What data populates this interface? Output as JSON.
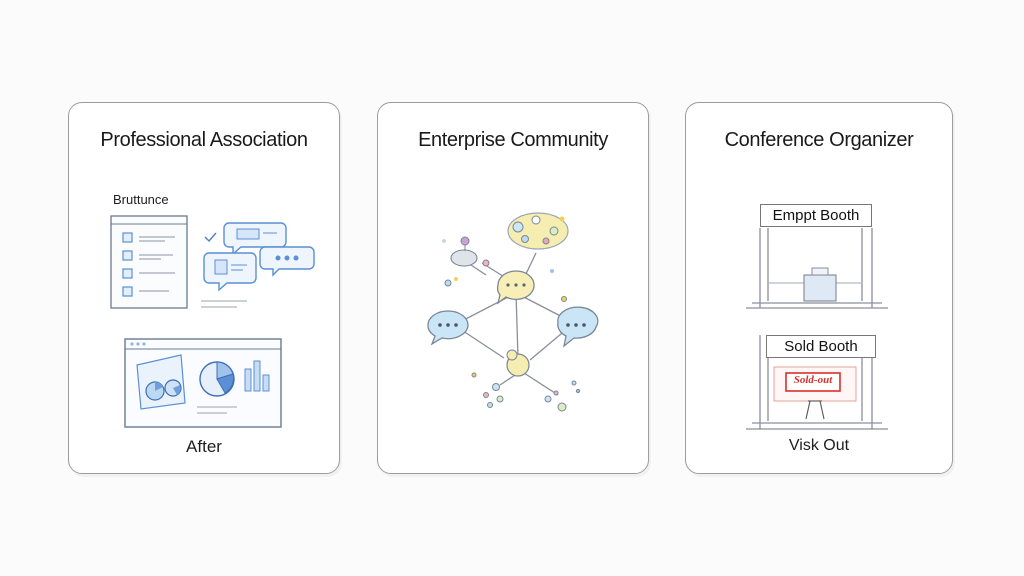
{
  "panels": [
    {
      "title": "Professional Association",
      "before_label": "Bruttunce",
      "after_label": "After"
    },
    {
      "title": "Enterprise Community"
    },
    {
      "title": "Conference Organizer",
      "empty_booth_label": "Emppt Booth",
      "sold_booth_label": "Sold Booth",
      "sign_text": "Sold-out",
      "bottom_label": "Visk Out"
    }
  ],
  "colors": {
    "panel_border": "#9d9d9d",
    "sketch_blue": "#5b8fd6",
    "bubble_blue": "#bfe0f5",
    "bubble_yellow": "#f5e9a4",
    "sold_red": "#d9302b"
  }
}
